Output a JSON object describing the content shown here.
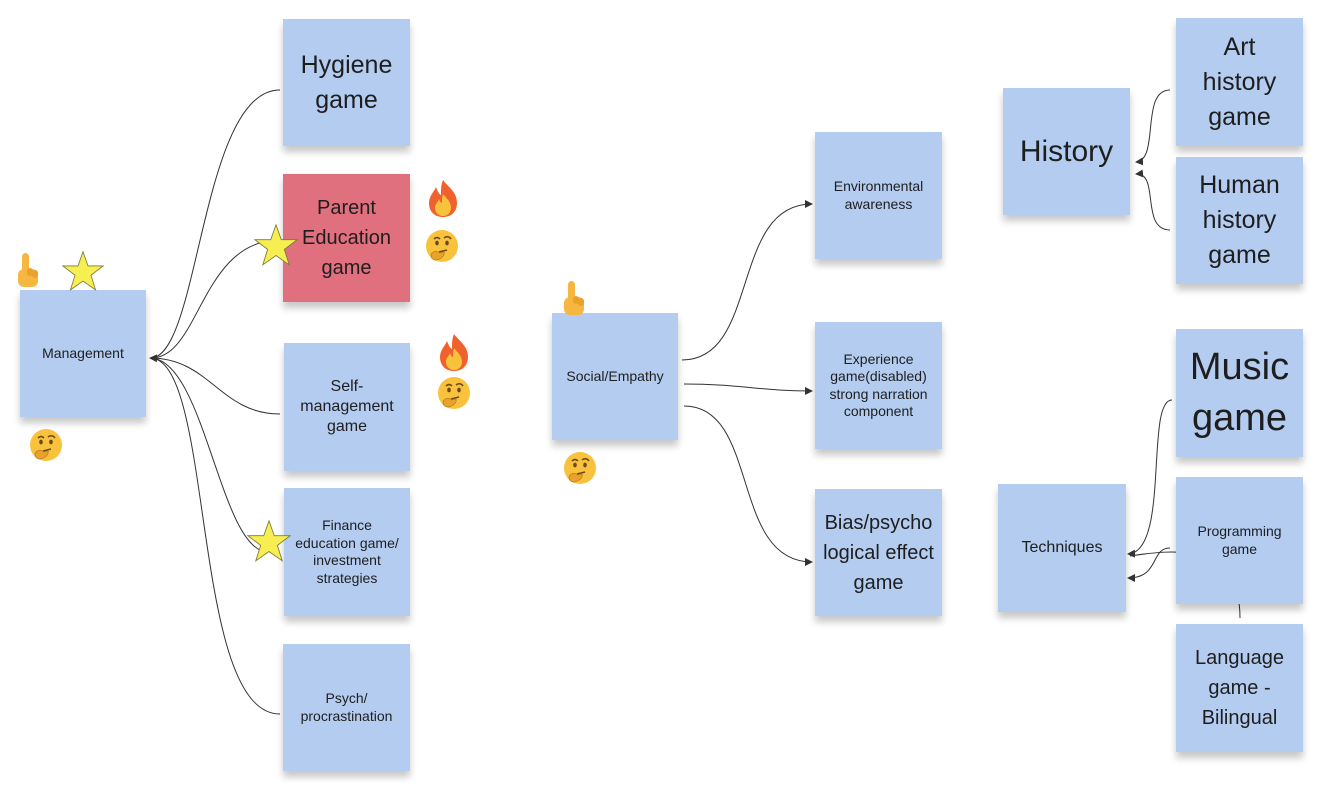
{
  "notes": {
    "management": "Management",
    "hygiene": "Hygiene game",
    "parent_education": "Parent Education game",
    "self_management": "Self-management game",
    "finance": "Finance education game/ investment strategies",
    "psych": "Psych/ procrastination",
    "social_empathy": "Social/Empathy",
    "environmental": "Environmental awareness",
    "experience": "Experience game(disabled) strong narration component",
    "bias": "Bias/psychological effect game",
    "history": "History",
    "art_history": "Art history game",
    "human_history": "Human history game",
    "music": "Music game",
    "techniques": "Techniques",
    "programming": "Programming game",
    "language": "Language game - Bilingual"
  },
  "stickers": {
    "star": "star-sticker",
    "thinking": "thinking-face-emoji",
    "fire": "fire-emoji",
    "pointing": "pointing-up-emoji"
  },
  "colors": {
    "note_blue": "#b3ccf0",
    "note_red": "#e0707d",
    "star_yellow": "#f7ee52",
    "connector": "#333333"
  }
}
